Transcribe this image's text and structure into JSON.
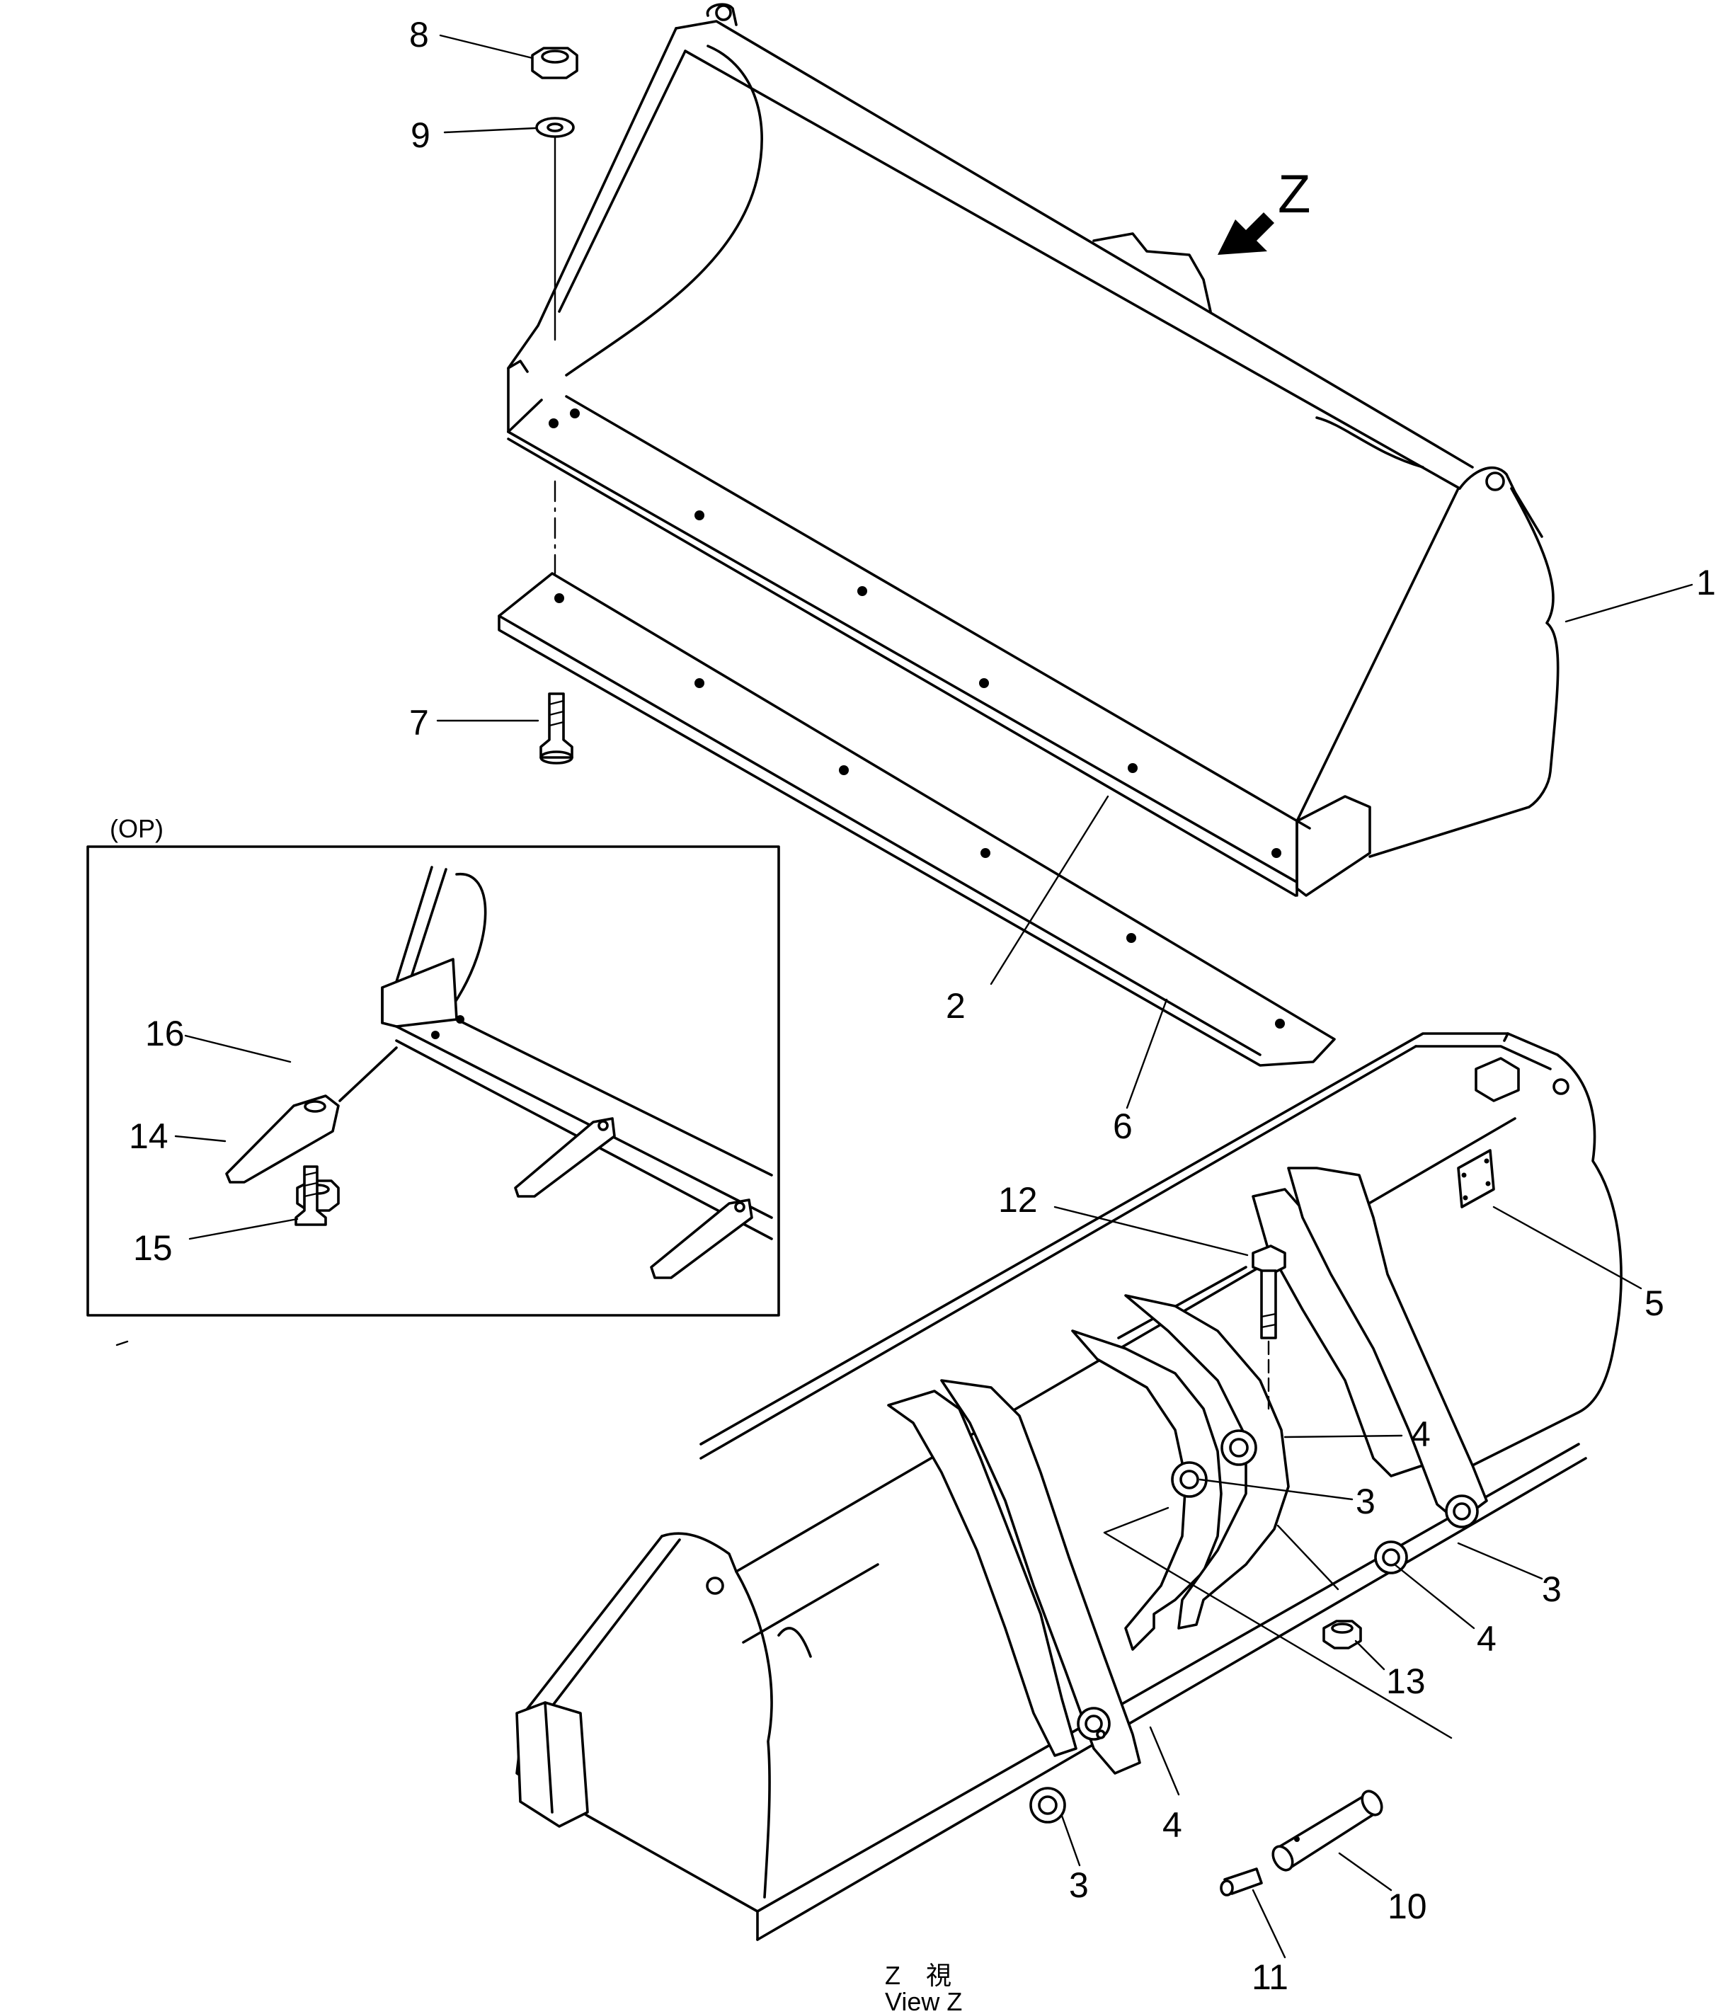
{
  "callouts": {
    "c1": "1",
    "c2": "2",
    "c3a": "3",
    "c3b": "3",
    "c3c": "3",
    "c4a": "4",
    "c4b": "4",
    "c4c": "4",
    "c5": "5",
    "c6": "6",
    "c7": "7",
    "c8": "8",
    "c9": "9",
    "c10": "10",
    "c11": "11",
    "c12": "12",
    "c13": "13",
    "c14": "14",
    "c15": "15",
    "c16": "16"
  },
  "view_arrow_label": "Z",
  "option_box_label": "(OP)",
  "view_caption": {
    "line1": "Z　視",
    "line2": "View Z"
  },
  "colors": {
    "line": "#000000",
    "background": "#ffffff"
  }
}
